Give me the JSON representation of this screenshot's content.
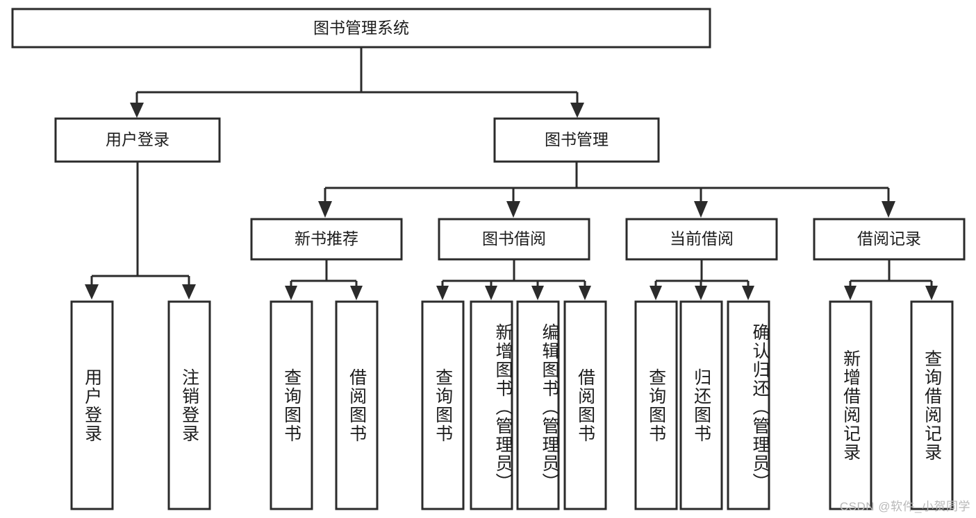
{
  "diagram": {
    "title": "图书管理系统",
    "type": "tree-hierarchy-diagram",
    "watermark": "CSDN @软件_小贺同学",
    "colors": {
      "stroke": "#2b2b2b",
      "fill": "#ffffff",
      "text": "#1c1c1c",
      "watermark": "#b8b8b8",
      "background": "#ffffff"
    },
    "root": {
      "label": "图书管理系统",
      "orientation": "horizontal"
    },
    "level2": [
      {
        "label": "用户登录",
        "orientation": "horizontal"
      },
      {
        "label": "图书管理",
        "orientation": "horizontal"
      }
    ],
    "level3": [
      {
        "label": "新书推荐",
        "orientation": "horizontal",
        "parent": "图书管理"
      },
      {
        "label": "图书借阅",
        "orientation": "horizontal",
        "parent": "图书管理"
      },
      {
        "label": "当前借阅",
        "orientation": "horizontal",
        "parent": "图书管理"
      },
      {
        "label": "借阅记录",
        "orientation": "horizontal",
        "parent": "图书管理"
      }
    ],
    "leaves": {
      "user_login": [
        {
          "label": "用户登录",
          "orientation": "vertical"
        },
        {
          "label": "注销登录",
          "orientation": "vertical"
        }
      ],
      "new_book_recommend": [
        {
          "label": "查询图书",
          "orientation": "vertical"
        },
        {
          "label": "借阅图书",
          "orientation": "vertical"
        }
      ],
      "book_borrow": [
        {
          "label": "查询图书",
          "orientation": "vertical"
        },
        {
          "label": "新增图书（管理员）",
          "orientation": "vertical"
        },
        {
          "label": "编辑图书（管理员）",
          "orientation": "vertical"
        },
        {
          "label": "借阅图书",
          "orientation": "vertical"
        }
      ],
      "current_borrow": [
        {
          "label": "查询图书",
          "orientation": "vertical"
        },
        {
          "label": "归还图书",
          "orientation": "vertical"
        },
        {
          "label": "确认归还（管理员）",
          "orientation": "vertical"
        }
      ],
      "borrow_record": [
        {
          "label": "新增借阅记录",
          "orientation": "vertical"
        },
        {
          "label": "查询借阅记录",
          "orientation": "vertical"
        }
      ]
    }
  }
}
